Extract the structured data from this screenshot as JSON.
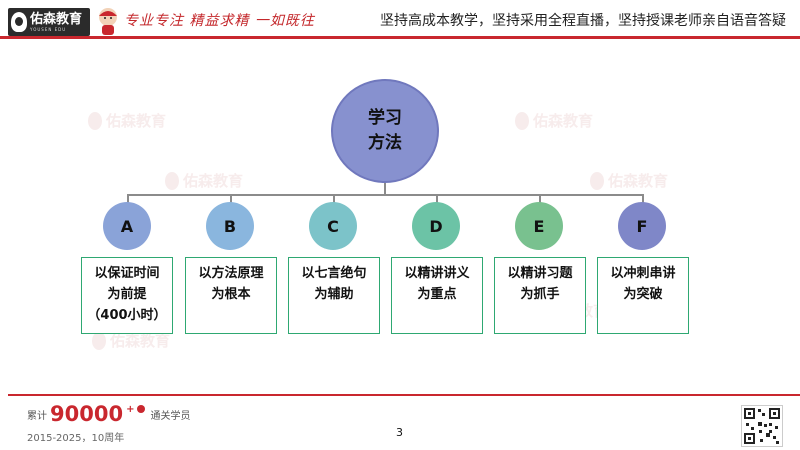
{
  "header": {
    "logo_text": "佑森教育",
    "logo_sub": "YOUSEN EDU",
    "slogan_script": "专业专注 精益求精 一如既往",
    "right_text": "坚持高成本教学，坚持采用全程直播，坚持授课老师亲自语音答疑"
  },
  "watermark_text": "佑森教育",
  "diagram": {
    "root": [
      "学习",
      "方法"
    ],
    "nodes": [
      {
        "letter": "A",
        "color": "#8aa3d8",
        "lines": [
          "以保证时间",
          "为前提",
          "（400小时）"
        ]
      },
      {
        "letter": "B",
        "color": "#8ab6de",
        "lines": [
          "以方法原理",
          "为根本"
        ]
      },
      {
        "letter": "C",
        "color": "#7cc3c9",
        "lines": [
          "以七言绝句",
          "为辅助"
        ]
      },
      {
        "letter": "D",
        "color": "#6cc3a6",
        "lines": [
          "以精讲讲义",
          "为重点"
        ]
      },
      {
        "letter": "E",
        "color": "#79c18f",
        "lines": [
          "以精讲习题",
          "为抓手"
        ]
      },
      {
        "letter": "F",
        "color": "#7f87c8",
        "lines": [
          "以冲刺串讲",
          "为突破"
        ]
      }
    ]
  },
  "footer": {
    "count_prefix": "累计",
    "count_number": "90000",
    "count_plus": "+",
    "count_suffix": "通关学员",
    "years": "2015-2025，10周年",
    "page_number": "3"
  }
}
